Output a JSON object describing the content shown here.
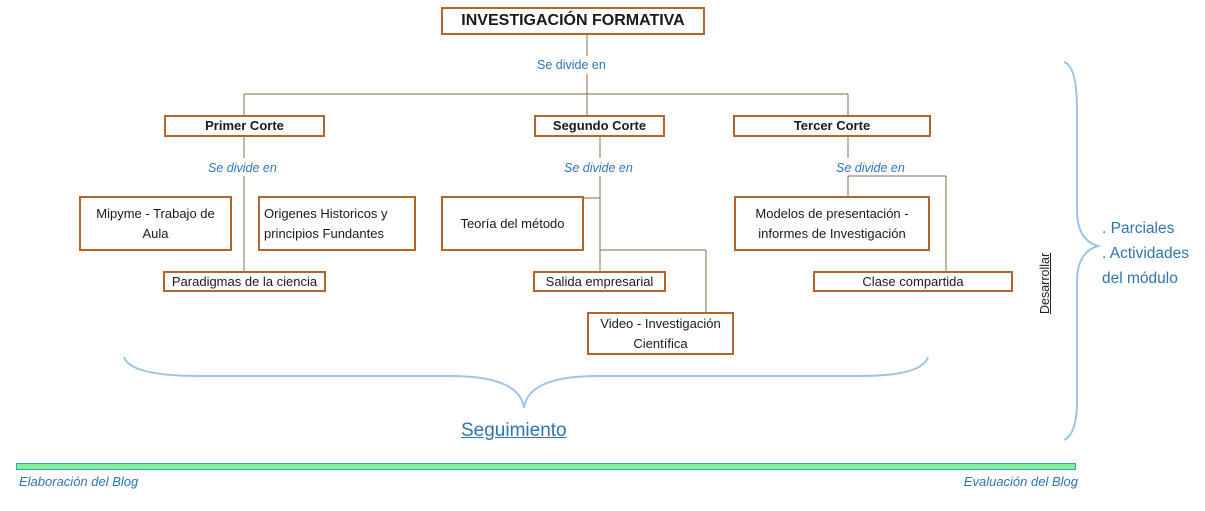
{
  "title": "INVESTIGACIÓN FORMATIVA",
  "divide_label": "Se divide en",
  "cortes": [
    {
      "label": "Primer Corte",
      "divide_label": "Se divide en",
      "items": [
        "Mipyme - Trabajo de Aula",
        "Origenes Historicos y principios Fundantes",
        "Paradigmas de la ciencia"
      ]
    },
    {
      "label": "Segundo Corte",
      "divide_label": "Se divide en",
      "items": [
        "Teoría del método",
        "Salida empresarial",
        "Video - Investigación Científica"
      ]
    },
    {
      "label": "Tercer Corte",
      "divide_label": "Se divide en",
      "items": [
        "Modelos de presentación - informes de Investigación",
        "Clase compartida"
      ]
    }
  ],
  "side_list": [
    ". Parciales",
    ". Actividades",
    "del módulo"
  ],
  "vertical_label": "Desarrollar",
  "bottom_label": "Seguimiento",
  "timeline": {
    "start": "Elaboración del Blog",
    "end": "Evaluación del Blog"
  },
  "colors": {
    "box_border": "#b5652c",
    "connector": "#8c6a4a",
    "label": "#2e74b5",
    "brace": "#9dc3e6",
    "bar_fill": "#7cf29a"
  }
}
